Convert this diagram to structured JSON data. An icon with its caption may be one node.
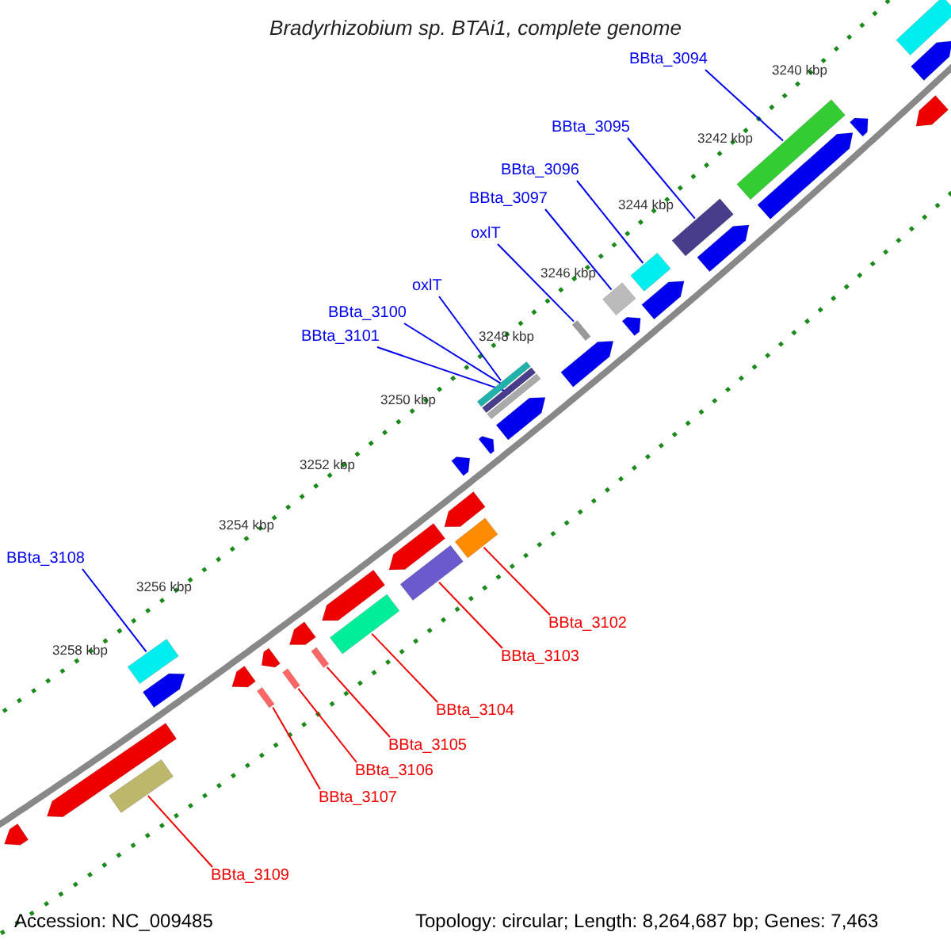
{
  "diagram": {
    "title": "Bradyrhizobium sp. BTAi1, complete genome",
    "nodes": [
      {
        "text": [
          "BBta_3094"
        ]
      },
      {
        "text": [],
        "shape": "bar"
      },
      {
        "text": [
          "BBta_3095"
        ]
      },
      {
        "text": [],
        "shape": "bar"
      },
      {
        "text": [
          "BBta_3096"
        ]
      },
      {
        "text": [],
        "shape": "bar"
      },
      {
        "text": [
          "BBta_3097"
        ]
      },
      {
        "text": [],
        "shape": "bar"
      },
      {
        "text": [
          "oxlT"
        ]
      },
      {
        "text": [],
        "shape": "bar"
      },
      {
        "text": [
          "oxlT"
        ]
      },
      {
        "text": [],
        "shape": "bar"
      },
      {
        "text": [
          "BBta_3100"
        ]
      },
      {
        "text": [],
        "shape": "bar"
      },
      {
        "text": [
          "BBta_3101"
        ]
      },
      {
        "text": [],
        "shape": "bar"
      },
      {
        "text": [
          "BBta_3108"
        ]
      },
      {
        "text": [],
        "shape": "bar"
      },
      {
        "text": [
          "BBta_3102"
        ]
      },
      {
        "text": [],
        "shape": "bar"
      },
      {
        "text": [
          "BBta_3103"
        ]
      },
      {
        "text": [],
        "shape": "bar"
      },
      {
        "text": [
          "BBta_3104"
        ]
      },
      {
        "text": [],
        "shape": "bar"
      },
      {
        "text": [
          "BBta_3105"
        ]
      },
      {
        "text": [],
        "shape": "bar"
      },
      {
        "text": [
          "BBta_3106"
        ]
      },
      {
        "text": [],
        "shape": "bar"
      },
      {
        "text": [
          "BBta_3107"
        ]
      },
      {
        "text": [],
        "shape": "bar"
      },
      {
        "text": [
          "BBta_3109"
        ]
      },
      {
        "text": [],
        "shape": "bar"
      }
    ],
    "edges": [
      {
        "from": 0,
        "to": 1,
        "arrow": "none"
      },
      {
        "from": 2,
        "to": 3,
        "arrow": "none"
      },
      {
        "from": 4,
        "to": 5,
        "arrow": "none"
      },
      {
        "from": 6,
        "to": 7,
        "arrow": "none"
      },
      {
        "from": 8,
        "to": 9,
        "arrow": "none"
      },
      {
        "from": 10,
        "to": 11,
        "arrow": "none"
      },
      {
        "from": 12,
        "to": 13,
        "arrow": "none"
      },
      {
        "from": 14,
        "to": 15,
        "arrow": "none"
      },
      {
        "from": 16,
        "to": 17,
        "arrow": "none"
      },
      {
        "from": 18,
        "to": 19,
        "arrow": "none",
        "color": "#ee0000"
      },
      {
        "from": 20,
        "to": 21,
        "arrow": "none",
        "color": "#ee0000"
      },
      {
        "from": 22,
        "to": 23,
        "arrow": "none",
        "color": "#ee0000"
      },
      {
        "from": 24,
        "to": 25,
        "arrow": "none",
        "color": "#ee0000"
      },
      {
        "from": 26,
        "to": 27,
        "arrow": "none",
        "color": "#ee0000"
      },
      {
        "from": 28,
        "to": 29,
        "arrow": "none",
        "color": "#ee0000"
      },
      {
        "from": 30,
        "to": 31,
        "arrow": "none",
        "color": "#ee0000"
      }
    ],
    "labels": [
      "3240 kbp",
      "3242 kbp",
      "3244 kbp",
      "3246 kbp",
      "3248 kbp",
      "3250 kbp",
      "3252 kbp",
      "3254 kbp",
      "3256 kbp",
      "3258 kbp",
      "Accession: NC_009485",
      "Topology: circular; Length: 8,264,687 bp; Genes: 7,463"
    ]
  }
}
